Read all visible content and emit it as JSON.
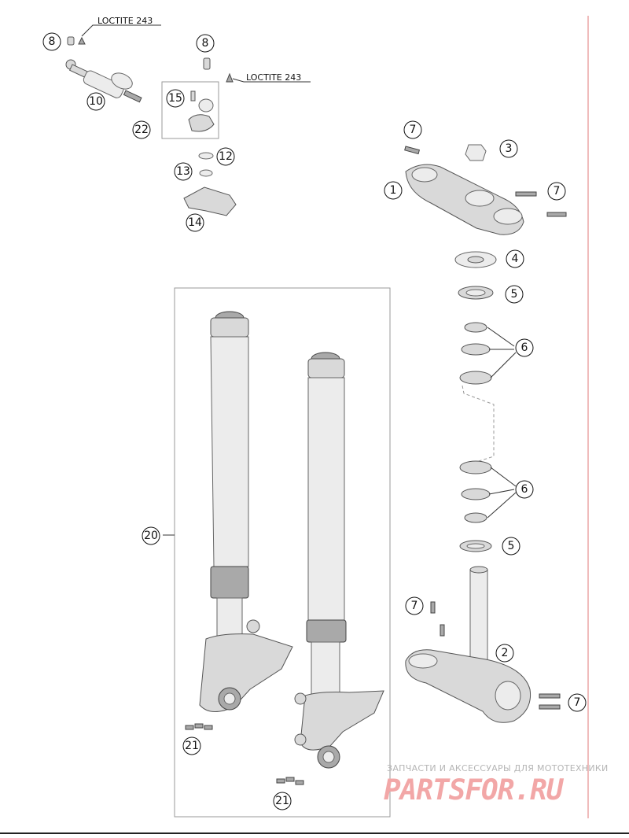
{
  "labels": {
    "loctite_1": "LOCTITE 243",
    "loctite_2": "LOCTITE 243"
  },
  "callouts": {
    "c1": "1",
    "c2": "2",
    "c3": "3",
    "c4": "4",
    "c5a": "5",
    "c5b": "5",
    "c6a": "6",
    "c6b": "6",
    "c7a": "7",
    "c7b": "7",
    "c7c": "7",
    "c7d": "7",
    "c8a": "8",
    "c8b": "8",
    "c10": "10",
    "c12": "12",
    "c13": "13",
    "c14": "14",
    "c15": "15",
    "c20": "20",
    "c21a": "21",
    "c21b": "21",
    "c22": "22"
  },
  "watermark": {
    "subtitle": "ЗАПЧАСТИ И АКСЕССУАРЫ ДЛЯ МОТОТЕХНИКИ",
    "logo": "PARTSFOR.RU"
  }
}
